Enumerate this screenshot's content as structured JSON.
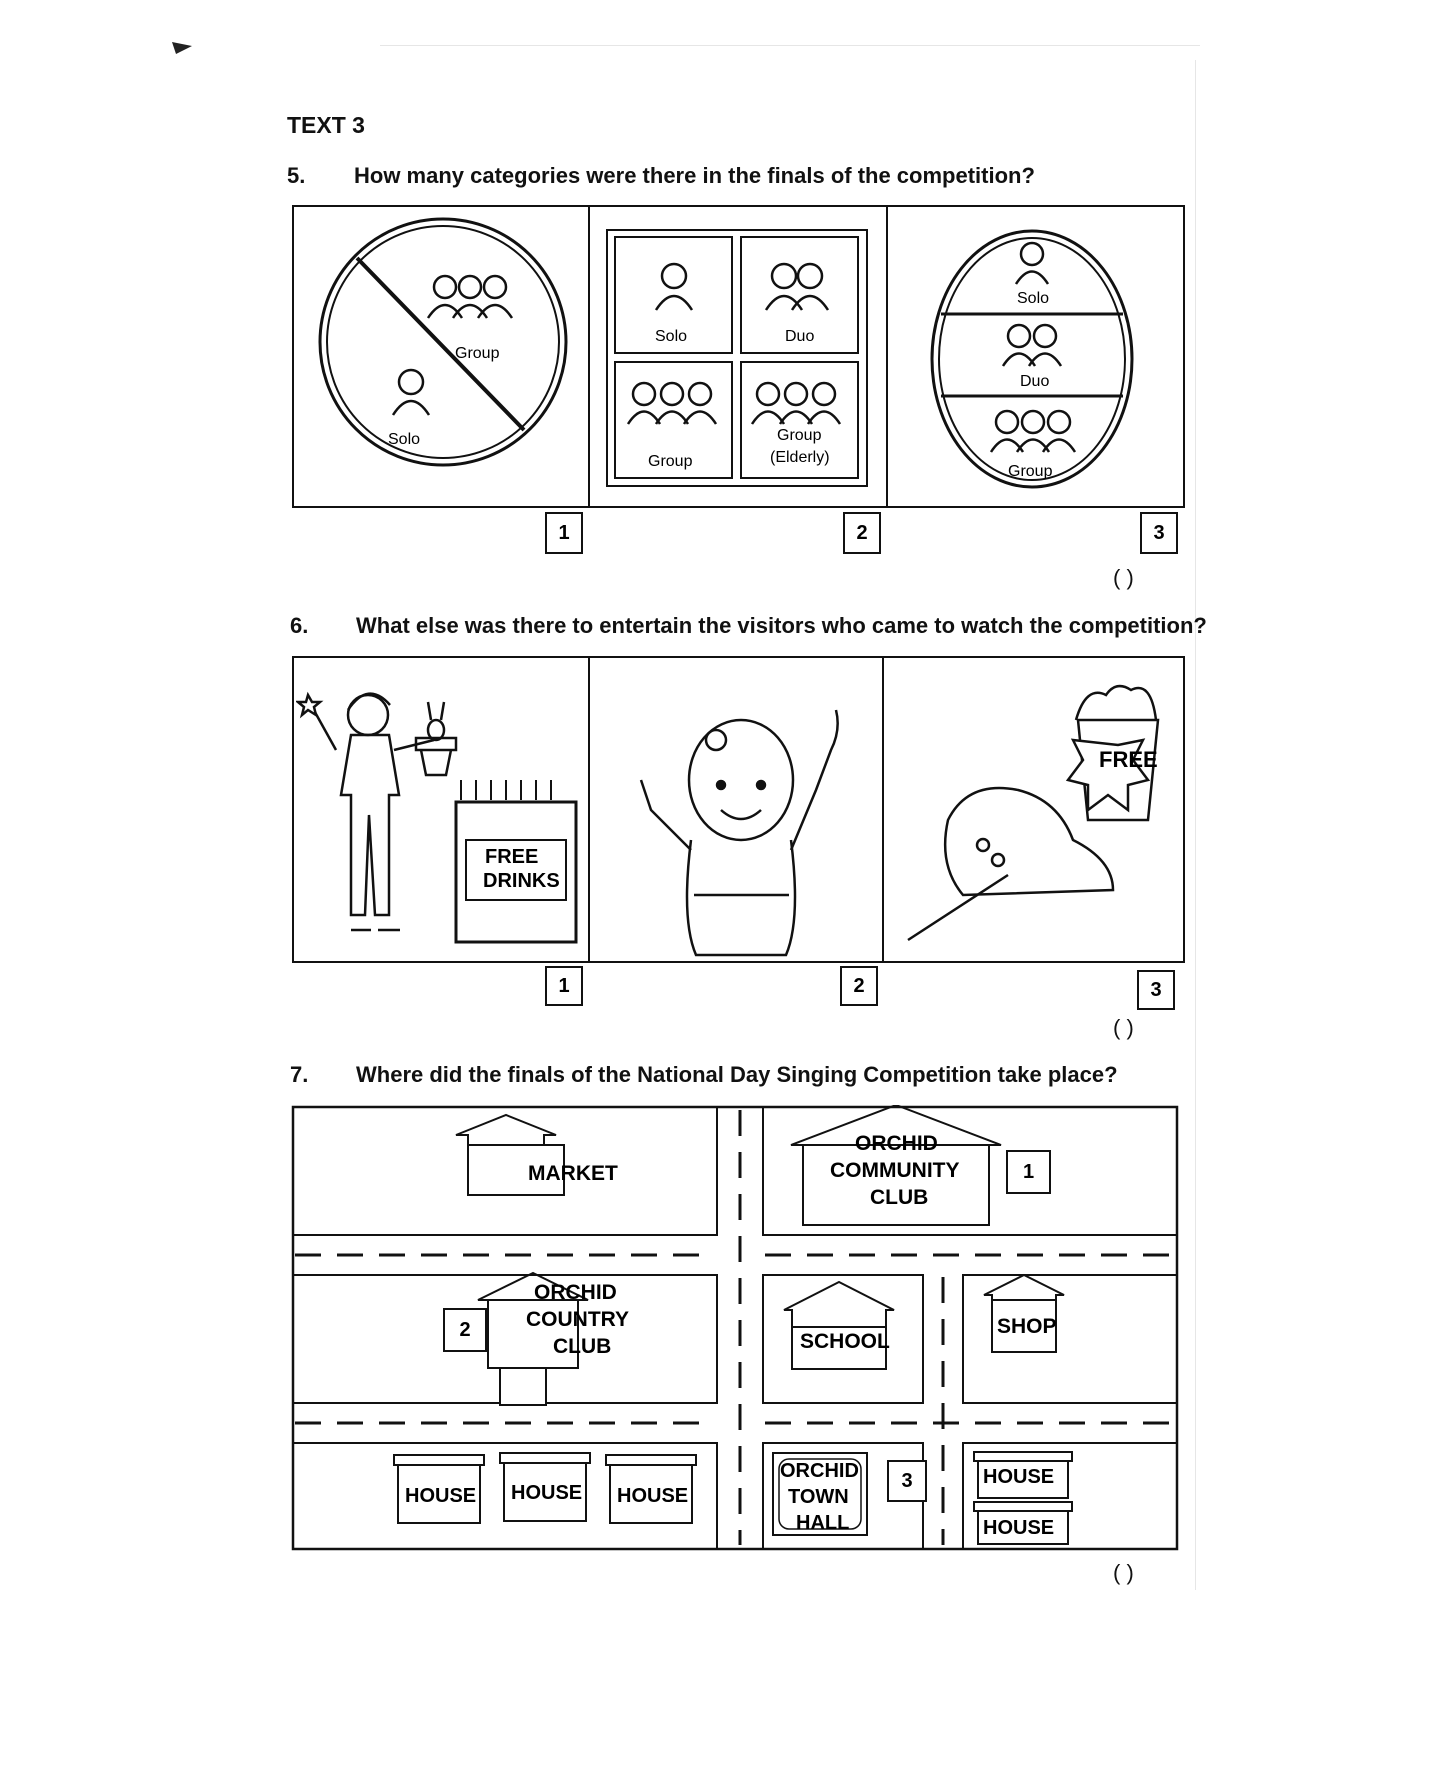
{
  "heading": "TEXT 3",
  "questions": [
    {
      "number": "5.",
      "text": "How many categories were there in the finals of the competition?",
      "options": [
        "1",
        "2",
        "3"
      ],
      "labels": {
        "o1_group": "Group",
        "o1_solo": "Solo",
        "o2_solo": "Solo",
        "o2_duo": "Duo",
        "o2_group": "Group",
        "o2_group_elderly_1": "Group",
        "o2_group_elderly_2": "(Elderly)",
        "o3_solo": "Solo",
        "o3_duo": "Duo",
        "o3_group": "Group"
      },
      "answer_bracket": "(        )"
    },
    {
      "number": "6.",
      "text": "What else was there to entertain the visitors who came to watch the competition?",
      "options": [
        "1",
        "2",
        "3"
      ],
      "labels": {
        "drinks_1": "FREE",
        "drinks_2": "DRINKS",
        "popcorn": "FREE"
      },
      "answer_bracket": "(        )"
    },
    {
      "number": "7.",
      "text": "Where did the finals of the National Day Singing Competition take place?",
      "options": [
        "1",
        "2",
        "3"
      ],
      "map": {
        "market": "MARKET",
        "occ_1": "ORCHID",
        "occ_2": "COMMUNITY",
        "occ_3": "CLUB",
        "ocl_1": "ORCHID",
        "ocl_2": "COUNTRY",
        "ocl_3": "CLUB",
        "school": "SCHOOL",
        "shop": "SHOP",
        "house": "HOUSE",
        "oth_1": "ORCHID",
        "oth_2": "TOWN",
        "oth_3": "HALL"
      },
      "answer_bracket": "(        )"
    }
  ]
}
